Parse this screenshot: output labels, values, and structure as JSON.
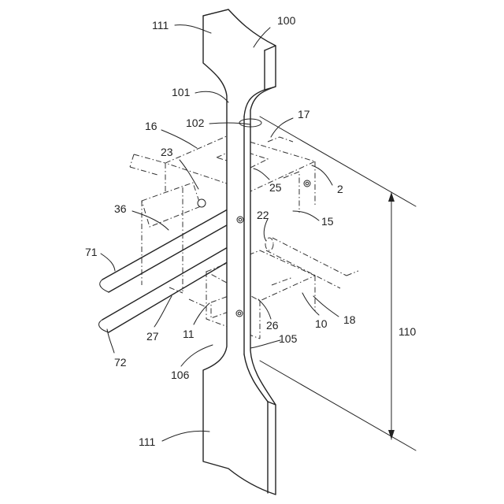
{
  "labels": {
    "l111_top": "111",
    "l100": "100",
    "l101": "101",
    "l102": "102",
    "l17": "17",
    "l16": "16",
    "l23": "23",
    "l25": "25",
    "l2": "2",
    "l36": "36",
    "l22": "22",
    "l15": "15",
    "l71": "71",
    "l18": "18",
    "l10": "10",
    "l26": "26",
    "l27": "27",
    "l11": "11",
    "l110": "110",
    "l105": "105",
    "l72": "72",
    "l106": "106",
    "l111_bot": "111"
  }
}
